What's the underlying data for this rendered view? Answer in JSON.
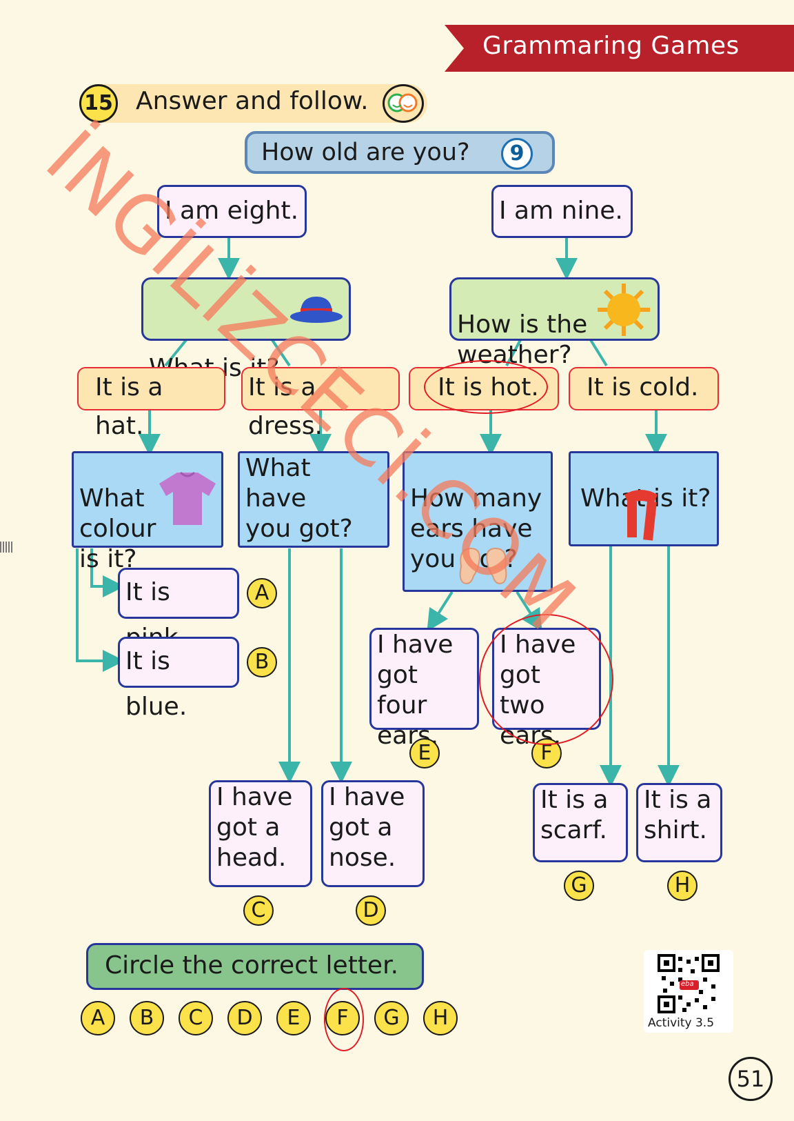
{
  "header": {
    "banner": "Grammaring Games"
  },
  "activity": {
    "number": "15",
    "title": "Answer and follow."
  },
  "question": {
    "text": "How old are you?",
    "badge": "9"
  },
  "flow": {
    "eight": "I am eight.",
    "nine": "I am nine.",
    "what_is_it": "What is it?",
    "weather": "How is the\nweather?",
    "hat": "It is a hat.",
    "dress": "It is a dress.",
    "hot": "It is hot.",
    "cold": "It is cold.",
    "what_colour": "What\ncolour\nis it?",
    "what_have": "What\nhave\nyou got?",
    "how_many_ears": "How many\nears have\nyou got?",
    "what_is_it2": "What is it?",
    "pink": "It is pink.",
    "blue": "It is blue.",
    "four_ears": "I have\ngot four\nears.",
    "two_ears": "I have\ngot two\nears.",
    "head": "I have\ngot a\nhead.",
    "nose": "I have\ngot a\nnose.",
    "scarf": "It is a\nscarf.",
    "shirt": "It is a\nshirt."
  },
  "answer_letters": {
    "pink": "A",
    "blue": "B",
    "head": "C",
    "nose": "D",
    "four_ears": "E",
    "two_ears": "F",
    "scarf": "G",
    "shirt": "H"
  },
  "instruction": "Circle the correct letter.",
  "choices": [
    "A",
    "B",
    "C",
    "D",
    "E",
    "F",
    "G",
    "H"
  ],
  "selected_choice": "F",
  "qr": {
    "caption": "Activity 3.5",
    "logo": "eba"
  },
  "page_number": "51",
  "watermark": "İNGİLİZCECİ.COM",
  "colors": {
    "banner": "#b8202a",
    "arrow": "#3bb5aa",
    "box_border": "#27369a",
    "mark": "#e01b24",
    "watermark": "#f47a5a"
  }
}
